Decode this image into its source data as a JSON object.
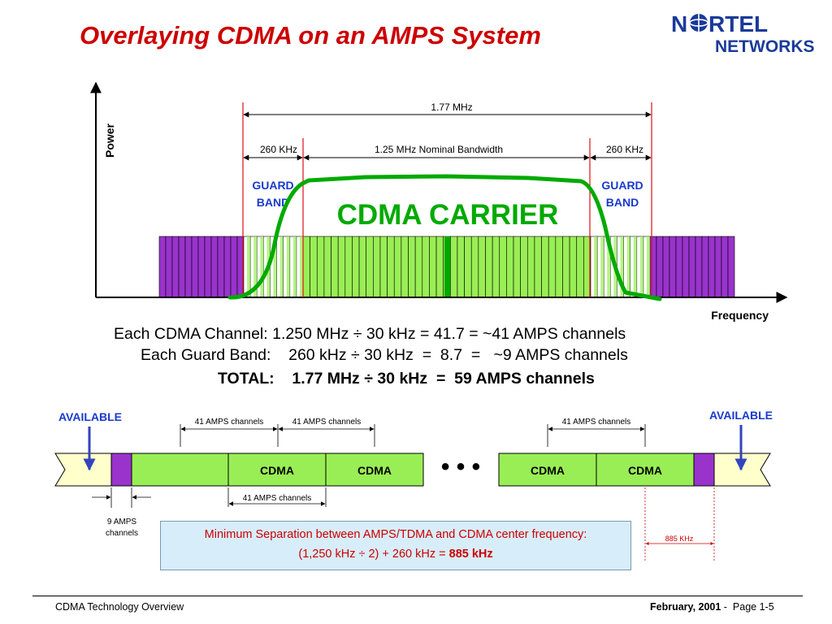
{
  "title": "Overlaying CDMA on an AMPS System",
  "logo": {
    "line1_left": "N",
    "line1_right": "RTEL",
    "line2": "NETWORKS"
  },
  "diagram_top": {
    "y_axis_label": "Power",
    "x_axis_label": "Frequency",
    "total_width_label": "1.77 MHz",
    "guard_width_label_left": "260 KHz",
    "guard_width_label_right": "260 KHz",
    "nominal_bandwidth_label": "1.25 MHz Nominal Bandwidth",
    "guard_band_left": [
      "GUARD",
      "BAND"
    ],
    "guard_band_right": [
      "GUARD",
      "BAND"
    ],
    "carrier_label": "CDMA CARRIER"
  },
  "equations": {
    "line1": "Each CDMA Channel: 1.250 MHz ÷ 30 kHz = 41.7 = ~41 AMPS channels",
    "line2": "Each Guard Band:    260 kHz ÷ 30 kHz  =  8.7  =   ~9 AMPS channels",
    "line3": "TOTAL:    1.77 MHz ÷ 30 kHz  =  59 AMPS channels"
  },
  "diagram_bottom": {
    "available_left": "AVAILABLE",
    "available_right": "AVAILABLE",
    "channels_label_1": "41 AMPS channels",
    "channels_label_2": "41 AMPS channels",
    "channels_label_3": "41 AMPS channels",
    "channels_label_below": "41 AMPS channels",
    "guard_channels": [
      "9 AMPS",
      "channels"
    ],
    "cdma_blocks": [
      "CDMA",
      "CDMA",
      "CDMA",
      "CDMA"
    ],
    "ellipsis": "• • •",
    "separation_label": "885 KHz"
  },
  "separation_box": {
    "line1": "Minimum Separation between AMPS/TDMA and CDMA center frequency:",
    "line2_prefix": "(1,250 kHz ÷ 2) + 260 kHz = ",
    "line2_value": "885 kHz"
  },
  "footer": {
    "left": "CDMA Technology Overview",
    "date": "February, 2001",
    "page": " -  Page 1-5"
  },
  "colors": {
    "title_red": "#cc0000",
    "amps_purple": "#9933cc",
    "cdma_green": "#99ee55",
    "carrier_green": "#00aa00",
    "available_blue": "#3344bb",
    "guard_cream": "#ffffcc",
    "box_blue": "#d8edfa"
  }
}
